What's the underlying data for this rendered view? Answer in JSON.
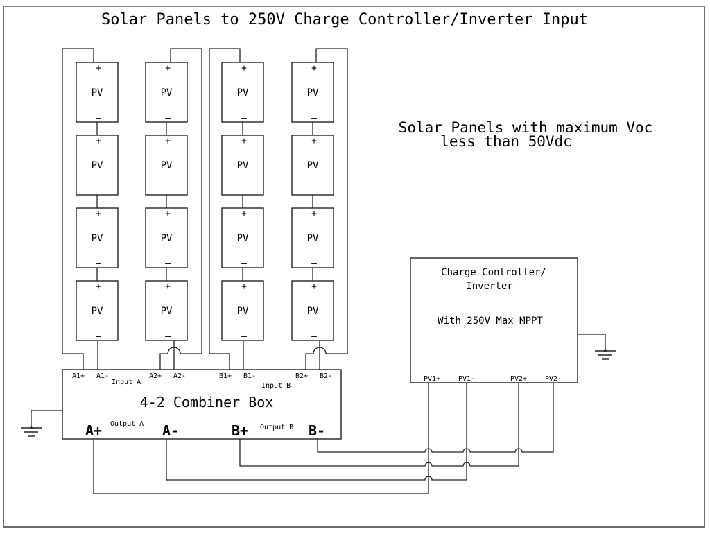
{
  "title": "Solar Panels to 250V Charge Controller/Inverter Input",
  "note": {
    "line1": "Solar Panels with maximum Voc",
    "line2": "less than 50Vdc"
  },
  "panel": {
    "label": "PV",
    "plus": "+",
    "minus": "–"
  },
  "strings": [
    {
      "id": "A1",
      "panels": 4
    },
    {
      "id": "A2",
      "panels": 4
    },
    {
      "id": "B1",
      "panels": 4
    },
    {
      "id": "B2",
      "panels": 4
    }
  ],
  "combiner": {
    "title": "4-2 Combiner Box",
    "input_a_label": "Input A",
    "input_b_label": "Input B",
    "output_a_label": "Output A",
    "output_b_label": "Output B",
    "inputs": [
      "A1+",
      "A1-",
      "A2+",
      "A2-",
      "B1+",
      "B1-",
      "B2+",
      "B2-"
    ],
    "outputs": [
      "A+",
      "A-",
      "B+",
      "B-"
    ]
  },
  "controller": {
    "line1": "Charge Controller/",
    "line2": "Inverter",
    "line3": "With 250V Max MPPT",
    "terminals": [
      "PV1+",
      "PV1-",
      "PV2+",
      "PV2-"
    ]
  },
  "ground_symbols": [
    "combiner-ground",
    "controller-ground"
  ]
}
